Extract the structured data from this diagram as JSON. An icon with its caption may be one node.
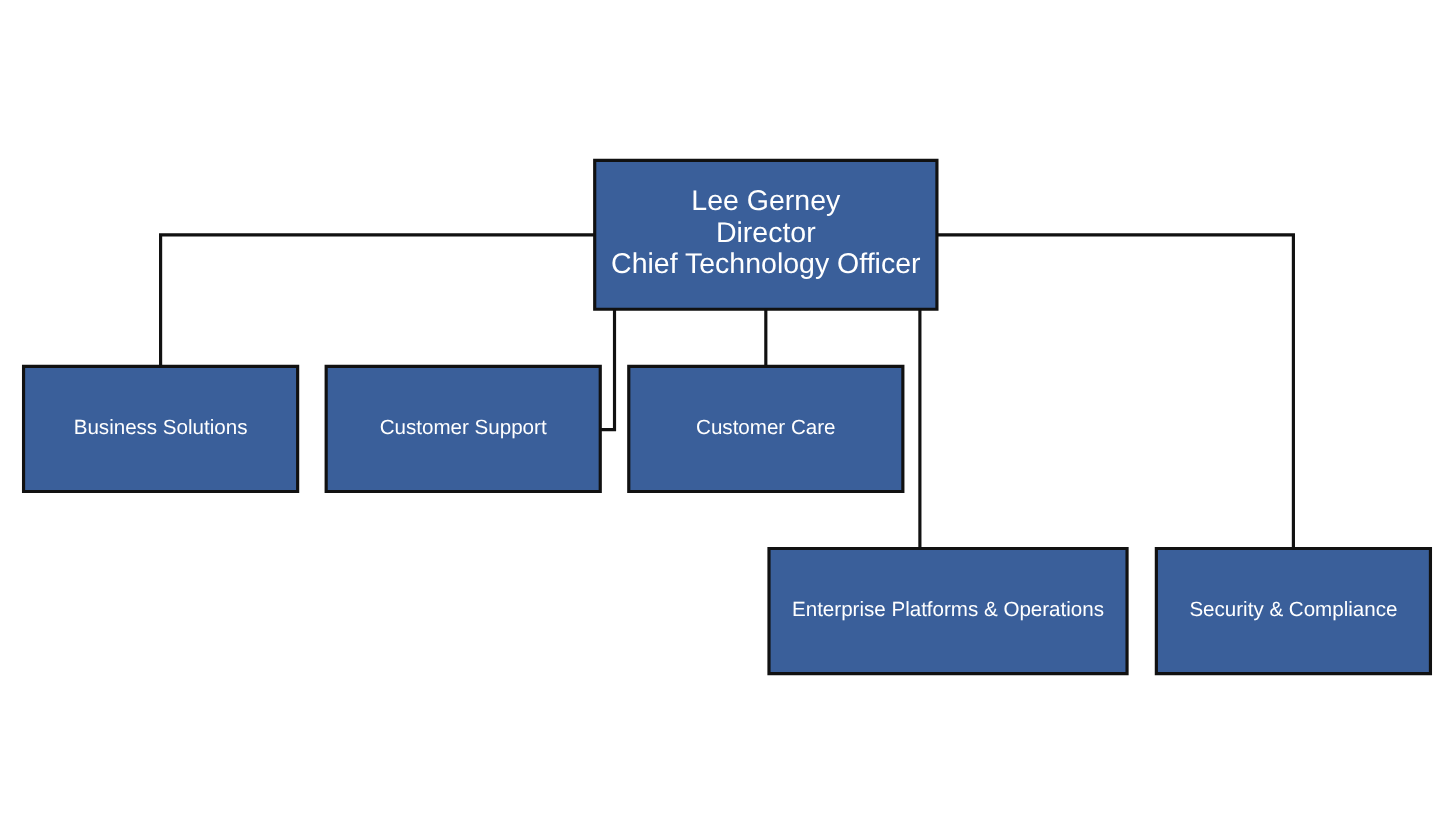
{
  "diagram": {
    "nodes": [
      {
        "text": [
          "Lee Gerney",
          "Director",
          "Chief Technology Officer"
        ]
      },
      {
        "text": [
          "Business Solutions"
        ]
      },
      {
        "text": [
          "Customer Support"
        ]
      },
      {
        "text": [
          "Customer Care"
        ]
      },
      {
        "text": [
          "Enterprise Platforms & Operations"
        ]
      },
      {
        "text": [
          "Security & Compliance"
        ]
      }
    ],
    "edges": [
      {
        "from": 0,
        "to": 1,
        "arrow": "none"
      },
      {
        "from": 0,
        "to": 4,
        "arrow": "none"
      },
      {
        "from": 0,
        "to": 2,
        "arrow": "none"
      },
      {
        "from": 0,
        "to": 5,
        "arrow": "none"
      },
      {
        "from": 0,
        "to": 3,
        "arrow": "none"
      }
    ]
  }
}
